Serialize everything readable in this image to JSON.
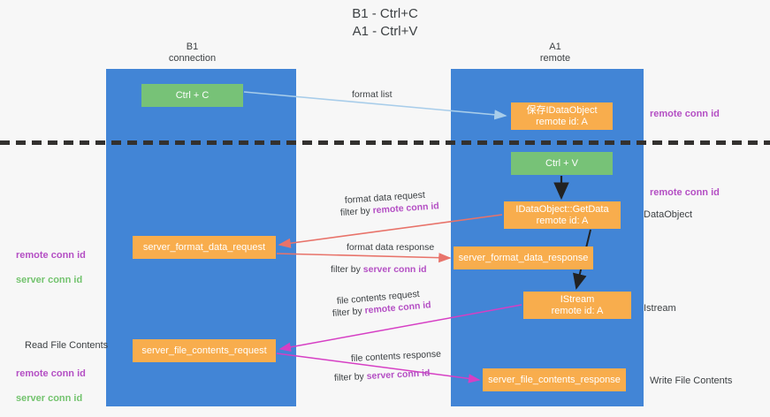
{
  "title": "B1 - Ctrl+C\nA1 - Ctrl+V",
  "columns": {
    "left": "B1\nconnection",
    "right": "A1\nremote"
  },
  "boxes": {
    "ctrl_c": "Ctrl + C",
    "idataobject_line1": "保存IDataObject",
    "idataobject_line2": "remote id: A",
    "ctrl_v": "Ctrl + V",
    "getdata_line1": "IDataObject::GetData",
    "getdata_line2": "remote id: A",
    "server_format_data_request": "server_format_data_request",
    "server_format_data_response": "server_format_data_response",
    "istream_line1": "IStream",
    "istream_line2": "remote id: A",
    "server_file_contents_request": "server_file_contents_request",
    "server_file_contents_response": "server_file_contents_response"
  },
  "annotations": {
    "remote_conn_id_top": "remote conn id",
    "remote_conn_id_mid": "remote conn id",
    "dataobject": "DataObject",
    "istream": "Istream",
    "write_file_contents": "Write File Contents",
    "read_file_contents": "Read File Contents",
    "remote_conn_id_left": "remote conn id",
    "server_conn_id_left": "server conn id",
    "remote_conn_id_left2": "remote conn id",
    "server_conn_id_left2": "server conn id"
  },
  "arrow_labels": {
    "format_list": "format list",
    "format_data_request": "format data request",
    "filter_by": "filter by ",
    "remote_conn_id": "remote conn id",
    "format_data_response": "format data response",
    "server_conn_id": "server conn id",
    "file_contents_request": "file contents request",
    "file_contents_response": "file contents response"
  },
  "colors": {
    "lane": "#4285d6",
    "green_box": "#77c277",
    "orange_box": "#f8ad4d",
    "purple_text": "#b44fc4",
    "green_text": "#73c36e",
    "red_arrow": "#e8736a",
    "magenta_arrow": "#d63fc4",
    "light_blue_arrow": "#a8cdea",
    "black_arrow": "#222222",
    "background": "#f7f7f7",
    "divider": "#33312f"
  }
}
